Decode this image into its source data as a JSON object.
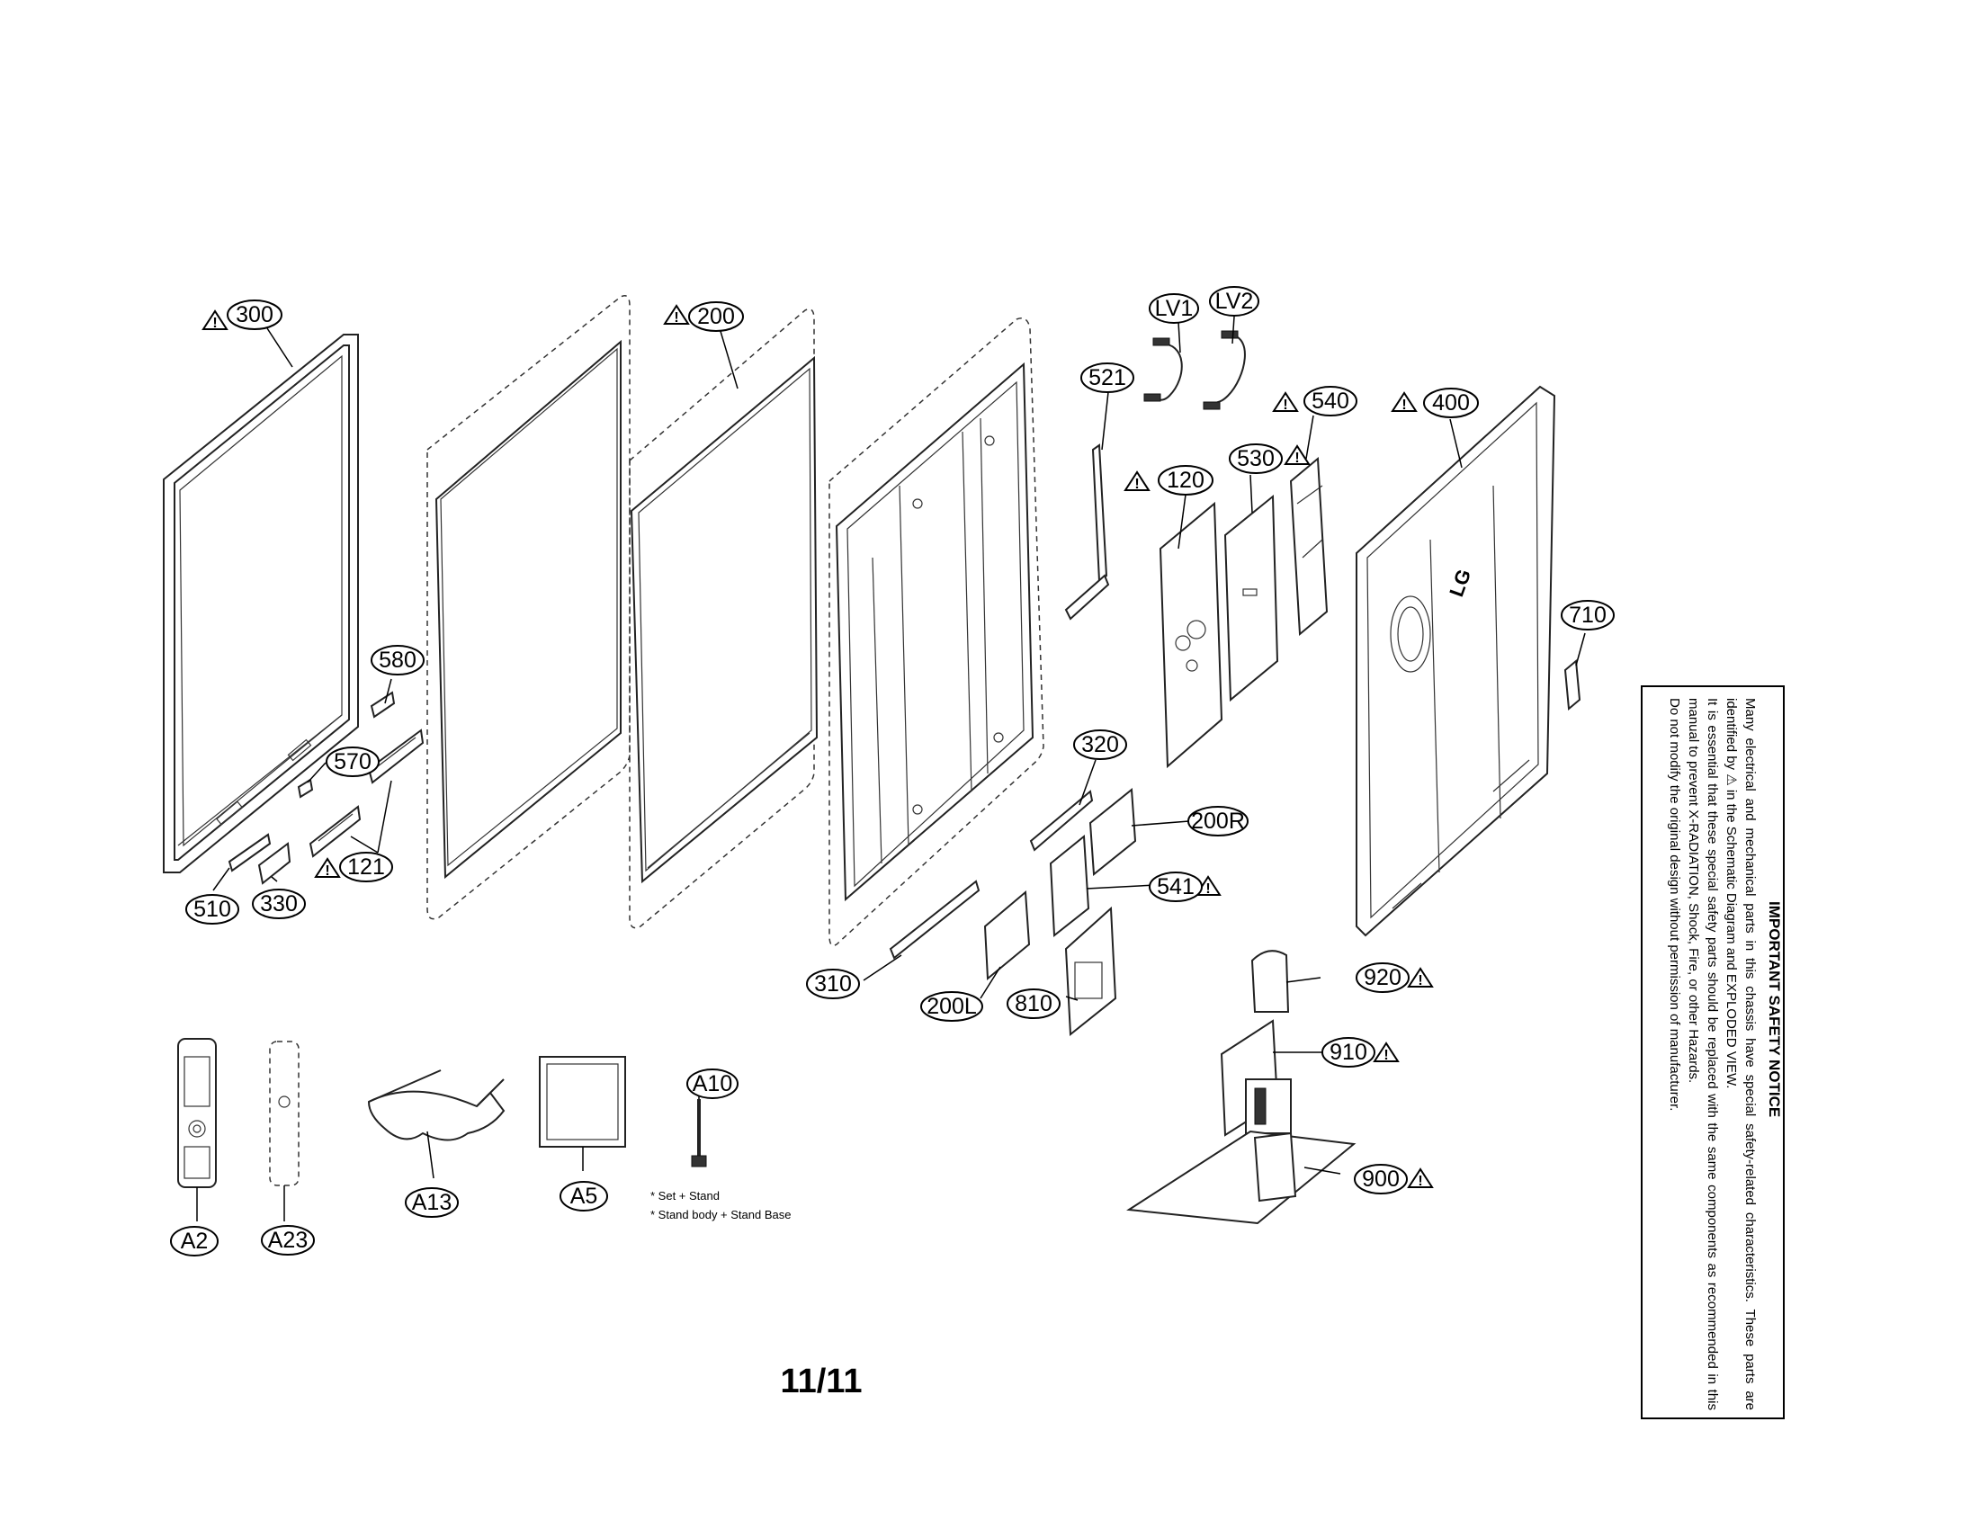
{
  "labels": {
    "l300": "300",
    "l200": "200",
    "lLV1": "LV1",
    "lLV2": "LV2",
    "l521": "521",
    "l540": "540",
    "l400": "400",
    "l120": "120",
    "l530": "530",
    "l580": "580",
    "l570": "570",
    "l121": "121",
    "l510": "510",
    "l330": "330",
    "l710": "710",
    "l320": "320",
    "l200R": "200R",
    "l541": "541",
    "l310": "310",
    "l200L": "200L",
    "l810": "810",
    "l920": "920",
    "l910": "910",
    "l900": "900",
    "lA10": "A10",
    "lA2": "A2",
    "lA23": "A23",
    "lA13": "A13",
    "lA5": "A5"
  },
  "warning_symbol": "!",
  "notes": {
    "line1": "* Set + Stand",
    "line2": "* Stand body + Stand Base"
  },
  "page_number": "11/11",
  "safety_notice": {
    "title": "IMPORTANT SAFETY NOTICE",
    "line1": "Many electrical and mechanical parts in this chassis have special safety-related characteristics. These parts are identified by ⚠ in the Schematic Diagram and EXPLODED VIEW.",
    "line2": "It is essential that these special safety parts should be replaced with the same components as recommended in this manual to prevent X-RADIATION, Shock, Fire, or other Hazards.",
    "line3": "Do not modify the original design without permission of manufacturer."
  },
  "logo_text": "LG"
}
